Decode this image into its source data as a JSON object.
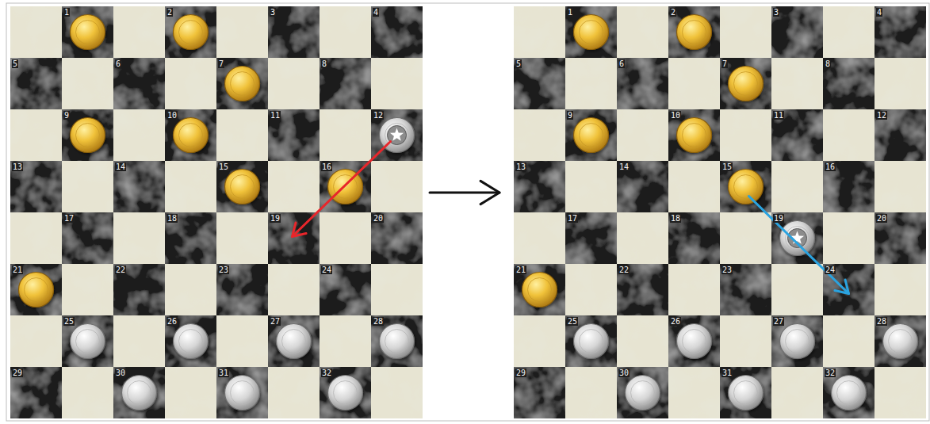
{
  "diagram": {
    "labels": [
      "1",
      "2",
      "3",
      "4",
      "5",
      "6",
      "7",
      "8",
      "9",
      "10",
      "11",
      "12",
      "13",
      "14",
      "15",
      "16",
      "17",
      "18",
      "19",
      "20",
      "21",
      "22",
      "23",
      "24",
      "25",
      "26",
      "27",
      "28",
      "29",
      "30",
      "31",
      "32",
      "1",
      "2",
      "3",
      "4",
      "5",
      "6",
      "7",
      "8",
      "9",
      "10",
      "11",
      "12",
      "13",
      "14",
      "15",
      "16",
      "17",
      "18",
      "19",
      "20",
      "21",
      "22",
      "23",
      "24",
      "25",
      "26",
      "27",
      "28",
      "29",
      "30",
      "31",
      "32"
    ]
  }
}
